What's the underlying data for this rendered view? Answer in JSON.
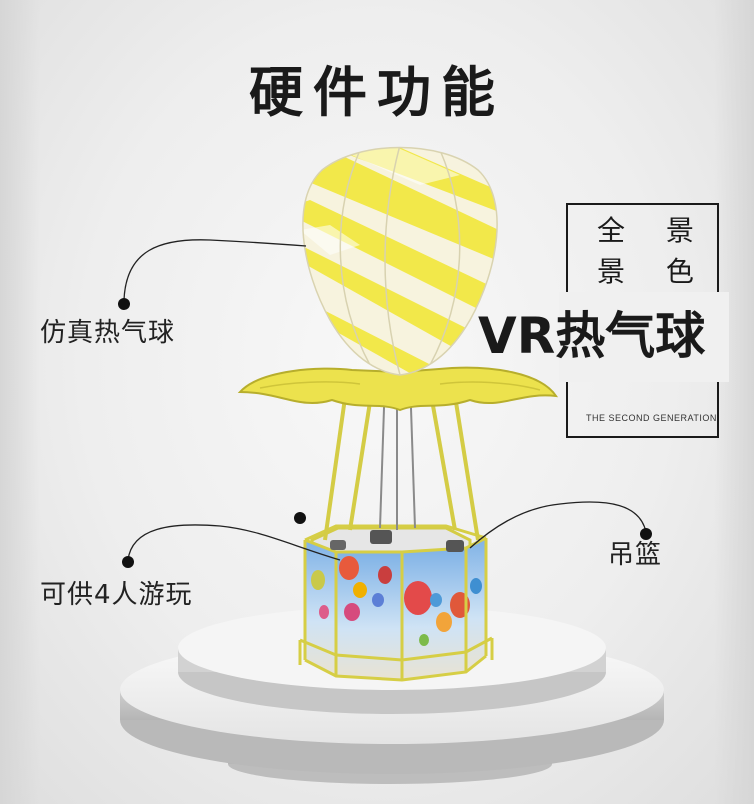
{
  "header": {
    "title": "硬件功能"
  },
  "callouts": {
    "balloon": "仿真热气球",
    "capacity": "可供4人游玩",
    "basket": "吊篮"
  },
  "promo": {
    "line1": "全 景",
    "line2": "景 色",
    "main": "VR热气球",
    "subtitle": "THE SECOND GENERATION"
  },
  "colors": {
    "accent_yellow": "#f2e64a",
    "frame_yellow": "#d9d04a",
    "text": "#1a1a1a"
  }
}
